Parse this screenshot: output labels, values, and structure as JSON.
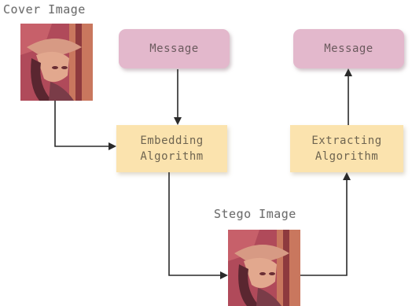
{
  "labels": {
    "cover_image": "Cover Image",
    "stego_image": "Stego Image"
  },
  "boxes": {
    "message_left": "Message",
    "message_right": "Message",
    "embedding": [
      "Embedding",
      "Algorithm"
    ],
    "extracting": [
      "Extracting",
      "Algorithm"
    ]
  },
  "colors": {
    "message_fill": "#e3b8cc",
    "algorithm_fill": "#fbe3ae",
    "arrow": "#2a2a2a",
    "label_text": "#6e6e6e"
  }
}
